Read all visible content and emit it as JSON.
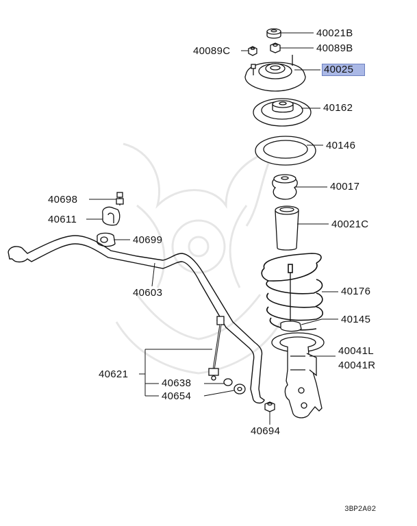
{
  "parts": {
    "p40021B": "40021B",
    "p40089C": "40089C",
    "p40089B": "40089B",
    "p40025": "40025",
    "p40162": "40162",
    "p40146": "40146",
    "p40017": "40017",
    "p40021C": "40021C",
    "p40698": "40698",
    "p40611": "40611",
    "p40699": "40699",
    "p40603": "40603",
    "p40176": "40176",
    "p40145": "40145",
    "p40041L": "40041L",
    "p40041R": "40041R",
    "p40621": "40621",
    "p40638": "40638",
    "p40654": "40654",
    "p40694": "40694"
  },
  "highlighted_part": "40025",
  "diagram_code": "3BP2A02",
  "colors": {
    "highlight": "#aab8e6",
    "line": "#111111"
  }
}
